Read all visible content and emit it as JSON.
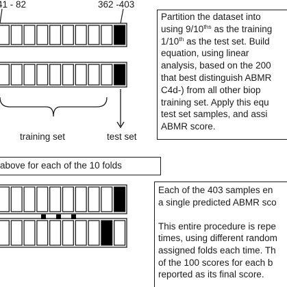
{
  "range_labels": {
    "left": "41 - 82",
    "right": "362 -403"
  },
  "brace_labels": {
    "training": "training set",
    "test": "test set"
  },
  "repeat_label": "above for each of the 10 folds",
  "top_box_lines": [
    {
      "pre": "Partition the dataset into",
      "sup": "",
      "post": ""
    },
    {
      "pre": "using 9/10",
      "sup": "ths",
      "post": " as the training"
    },
    {
      "pre": "1/10",
      "sup": "th",
      "post": " as the test set. Build"
    },
    {
      "pre": "equation, using linear",
      "sup": "",
      "post": ""
    },
    {
      "pre": "analysis, based on the 200",
      "sup": "",
      "post": ""
    },
    {
      "pre": "that best distinguish ABMR",
      "sup": "",
      "post": ""
    },
    {
      "pre": "C4d-) from all other biop",
      "sup": "",
      "post": ""
    },
    {
      "pre": "training set. Apply this equ",
      "sup": "",
      "post": ""
    },
    {
      "pre": "test set samples, and assi",
      "sup": "",
      "post": ""
    },
    {
      "pre": "ABMR score.",
      "sup": "",
      "post": ""
    }
  ],
  "bottom_box_lines": [
    "Each of the 403 samples en",
    "a single predicted ABMR sco",
    "",
    "This entire procedure is repe",
    "times, using different random",
    "assigned folds each time. Th",
    "of the 100 scores for each b",
    "reported as its final score."
  ],
  "fold_rows": [
    {
      "test_fold_index": 9
    },
    {
      "test_fold_index": 9
    },
    {
      "test_fold_index": 9
    },
    {
      "test_fold_index": 8
    }
  ],
  "ellipsis": "...",
  "colors": {
    "line": "#1a1a1a",
    "fill_test": "#000000",
    "fill_train": "#ffffff"
  }
}
